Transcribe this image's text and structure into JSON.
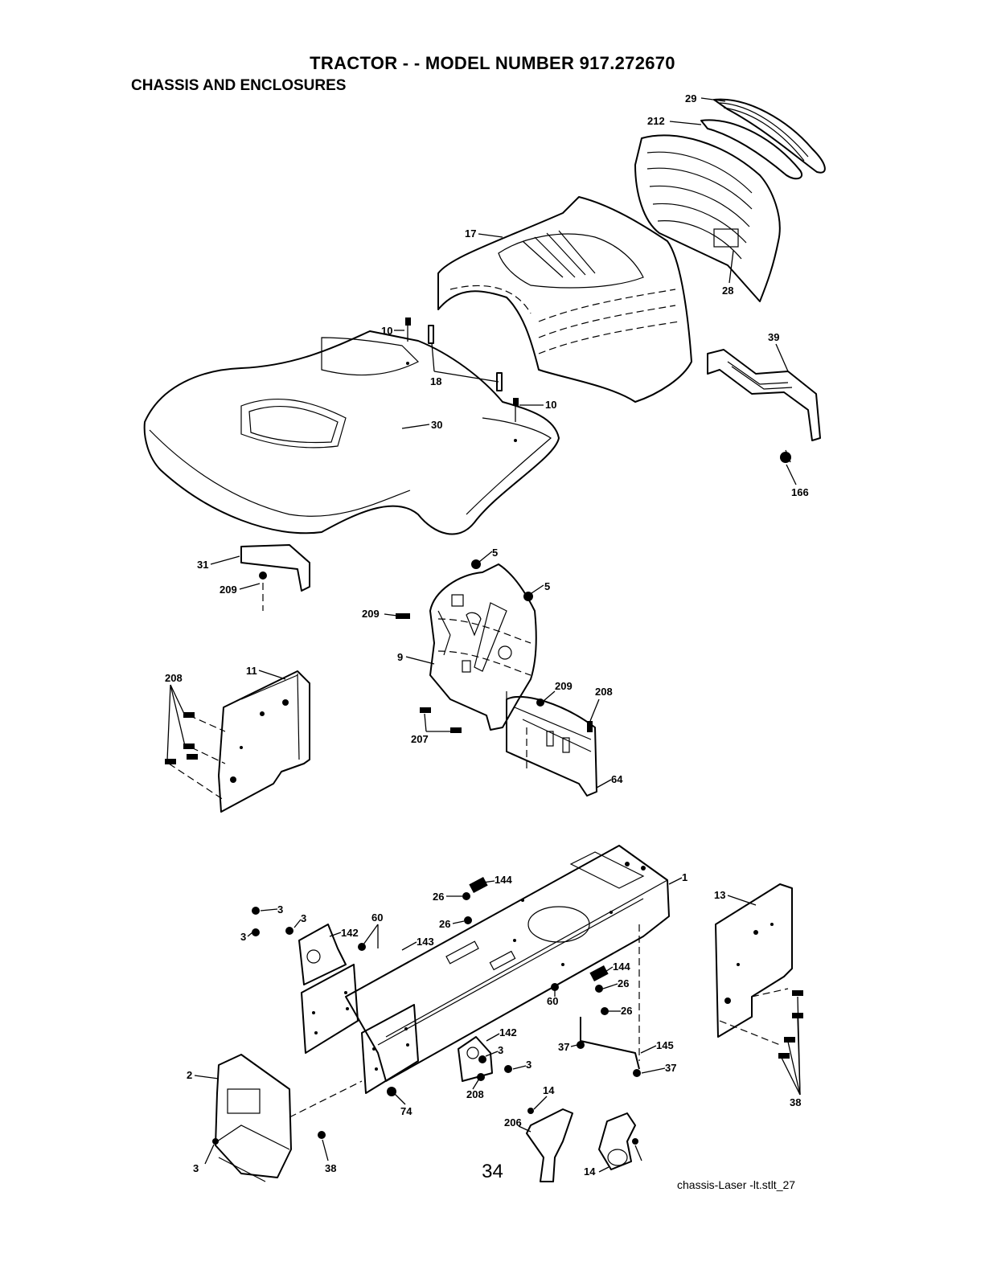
{
  "header": {
    "title": "TRACTOR - - MODEL NUMBER  917.272670",
    "subtitle": "CHASSIS AND ENCLOSURES"
  },
  "footer": {
    "page_number": "34",
    "file_ref": "chassis-Laser -lt.stlt_27"
  },
  "callouts": [
    "29",
    "212",
    "17",
    "28",
    "10",
    "18",
    "39",
    "10",
    "30",
    "166",
    "5",
    "31",
    "5",
    "209",
    "209",
    "9",
    "208",
    "11",
    "209",
    "208",
    "207",
    "64",
    "1",
    "144",
    "13",
    "26",
    "3",
    "3",
    "26",
    "142",
    "60",
    "143",
    "3",
    "144",
    "26",
    "60",
    "26",
    "142",
    "3",
    "37",
    "145",
    "3",
    "37",
    "2",
    "74",
    "14",
    "208",
    "38",
    "206",
    "3",
    "38",
    "14"
  ]
}
